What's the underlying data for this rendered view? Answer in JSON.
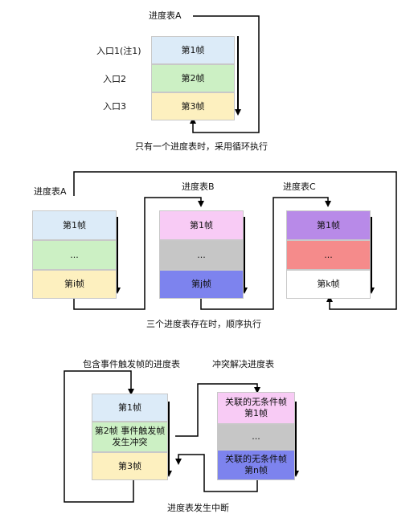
{
  "colors": {
    "blue": "#dcebf8",
    "green": "#ccf0c4",
    "yellow": "#fdf0bf",
    "pink": "#f8cbf5",
    "gray": "#c6c6c6",
    "indigo": "#7d83ee",
    "purple": "#b88ae8",
    "red": "#f58b8b",
    "white": "#ffffff",
    "line": "#000000"
  },
  "section1": {
    "table_label": "进度表A",
    "entries": [
      "入口1(注1)",
      "入口2",
      "入口3"
    ],
    "frames": [
      "第1帧",
      "第2帧",
      "第3帧"
    ],
    "caption": "只有一个进度表时，采用循环执行"
  },
  "section2": {
    "tables": [
      {
        "label": "进度表A",
        "frames": [
          "第1帧",
          "...",
          "第i帧"
        ]
      },
      {
        "label": "进度表B",
        "frames": [
          "第1帧",
          "...",
          "第j帧"
        ]
      },
      {
        "label": "进度表C",
        "frames": [
          "第1帧",
          "...",
          "第k帧"
        ]
      }
    ],
    "caption": "三个进度表存在时，顺序执行"
  },
  "section3": {
    "left_label": "包含事件触发帧的进度表",
    "right_label": "冲突解决进度表",
    "left_frames": [
      "第1帧",
      "第2帧 事件触发帧\n发生冲突",
      "第3帧"
    ],
    "right_frames": [
      "关联的无条件帧\n第1帧",
      "...",
      "关联的无条件帧\n第n帧"
    ],
    "caption": "进度表发生中断"
  }
}
